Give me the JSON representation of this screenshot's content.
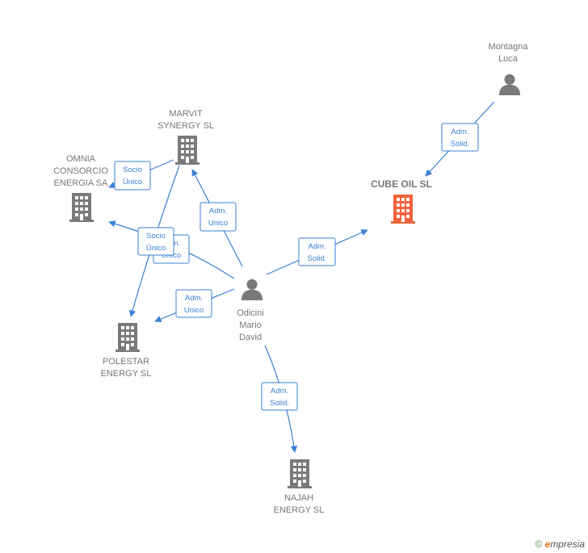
{
  "colors": {
    "edge": "#3b7fd4",
    "building": "#7a7a7a",
    "focus_building": "#f0643c",
    "person": "#7a7a7a"
  },
  "nodes": {
    "montagna": {
      "type": "person",
      "lines": [
        "Montagna",
        "Luca"
      ]
    },
    "cube_oil": {
      "type": "company-focus",
      "lines": [
        "CUBE OIL  SL"
      ]
    },
    "marvit": {
      "type": "company",
      "lines": [
        "MARVIT",
        "SYNERGY  SL"
      ]
    },
    "omnia": {
      "type": "company",
      "lines": [
        "OMNIA",
        "CONSORCIO",
        "ENERGIA SA"
      ]
    },
    "polestar": {
      "type": "company",
      "lines": [
        "POLESTAR",
        "ENERGY  SL"
      ]
    },
    "odicini": {
      "type": "person",
      "lines": [
        "Odicini",
        "Mario",
        "David"
      ]
    },
    "najah": {
      "type": "company",
      "lines": [
        "NAJAH",
        "ENERGY  SL"
      ]
    }
  },
  "edges": [
    {
      "id": "montagna-cube",
      "lines": [
        "Adm.",
        "Solid."
      ]
    },
    {
      "id": "odicini-cube",
      "lines": [
        "Adm.",
        "Solid."
      ]
    },
    {
      "id": "odicini-marvit",
      "lines": [
        "Adm.",
        "Unico"
      ]
    },
    {
      "id": "odicini-omnia",
      "lines": [
        "Adm.",
        "Unico"
      ]
    },
    {
      "id": "marvit-omnia",
      "lines": [
        "Socio",
        "Único"
      ]
    },
    {
      "id": "marvit-polestar",
      "lines": [
        "Socio",
        "Único"
      ]
    },
    {
      "id": "odicini-polestar",
      "lines": [
        "Adm.",
        "Unico"
      ]
    },
    {
      "id": "odicini-najah",
      "lines": [
        "Adm.",
        "Solid."
      ]
    }
  ],
  "watermark": {
    "copyright": "©",
    "brand_initial": "e",
    "brand_rest": "mpresia"
  }
}
